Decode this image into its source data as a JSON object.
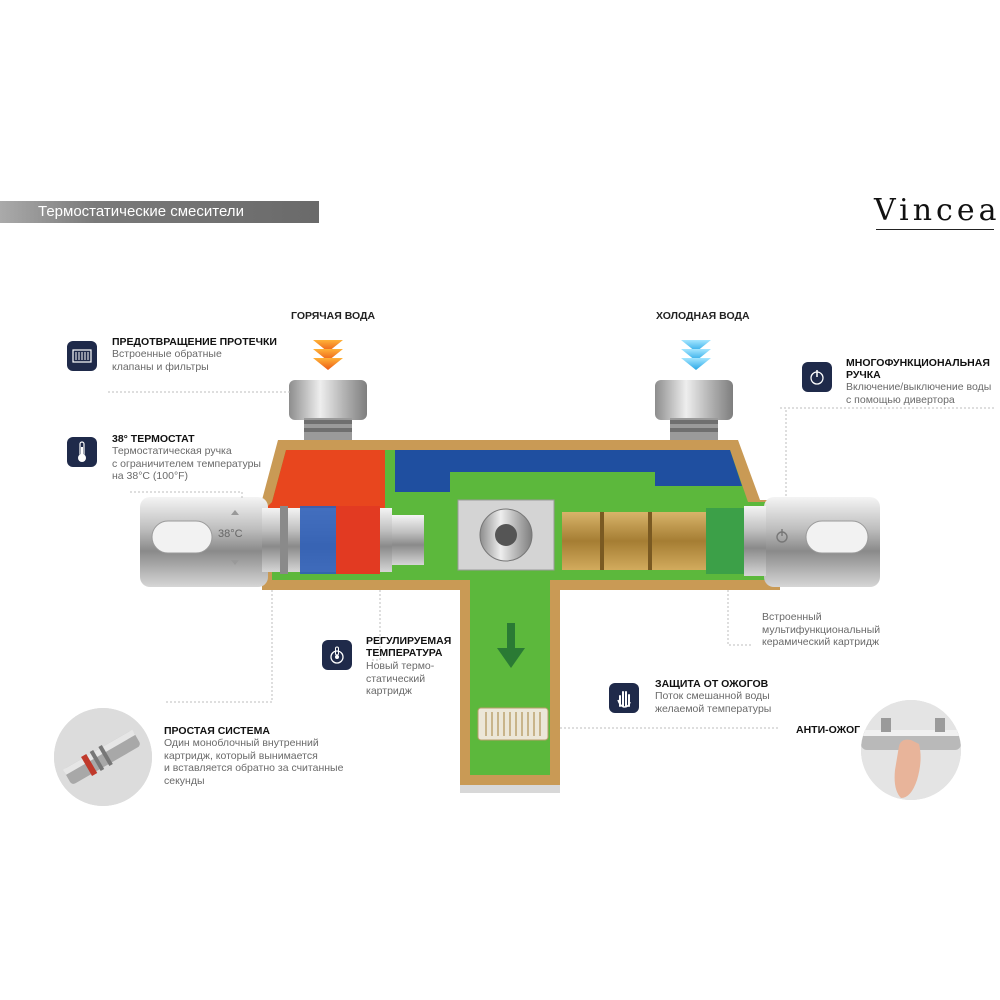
{
  "banner": {
    "title": "Термостатические смесители"
  },
  "brand": {
    "logo": "Vincea"
  },
  "inlets": {
    "hot": {
      "label": "ГОРЯЧАЯ ВОДА",
      "color": "#f57a1f"
    },
    "cold": {
      "label": "ХОЛОДНАЯ ВОДА",
      "color": "#3fb6ea"
    }
  },
  "handle": {
    "temp_mark": "38°C"
  },
  "features": {
    "leak": {
      "title": "ПРЕДОТВРАЩЕНИЕ ПРОТЕЧКИ",
      "desc": [
        "Встроенные обратные",
        "клапаны и фильтры"
      ],
      "icon": "filter-icon"
    },
    "thermostat": {
      "title": "38° ТЕРМОСТАТ",
      "desc": [
        "Термостатическая ручка",
        "с ограничителем температуры",
        "на 38°C (100°F)"
      ],
      "icon": "thermometer-icon"
    },
    "adjustable": {
      "title": [
        "РЕГУЛИРУЕМАЯ",
        "ТЕМПЕРАТУРА"
      ],
      "desc": [
        "Новый термо-",
        "статический",
        "картридж"
      ],
      "icon": "temperature-dial-icon"
    },
    "simple": {
      "title": "ПРОСТАЯ СИСТЕМА",
      "desc": [
        "Один моноблочный внутренний",
        "картридж, который вынимается",
        "и вставляется обратно за считанные",
        "секунды"
      ]
    },
    "multifunction": {
      "title": [
        "МНОГОФУНКЦИОНАЛЬНАЯ",
        "РУЧКА"
      ],
      "desc": [
        "Включение/выключение воды",
        "с помощью дивертора"
      ],
      "icon": "power-diverter-icon"
    },
    "ceramic": {
      "desc": [
        "Встроенный",
        "мультифункциональный",
        "керамический картридж"
      ]
    },
    "burn": {
      "title": "ЗАЩИТА ОТ ОЖОГОВ",
      "desc": [
        "Поток смешанной воды",
        "желаемой температуры"
      ],
      "icon": "hand-icon"
    },
    "antiburn": {
      "title": "АНТИ-ОЖОГ"
    }
  },
  "colors": {
    "hot": "#e8461e",
    "cold": "#1f4fa0",
    "mixed": "#5cb83c",
    "body_outline": "#c99a55",
    "icon_bg": "#1f2a4a",
    "banner": "#737373"
  }
}
